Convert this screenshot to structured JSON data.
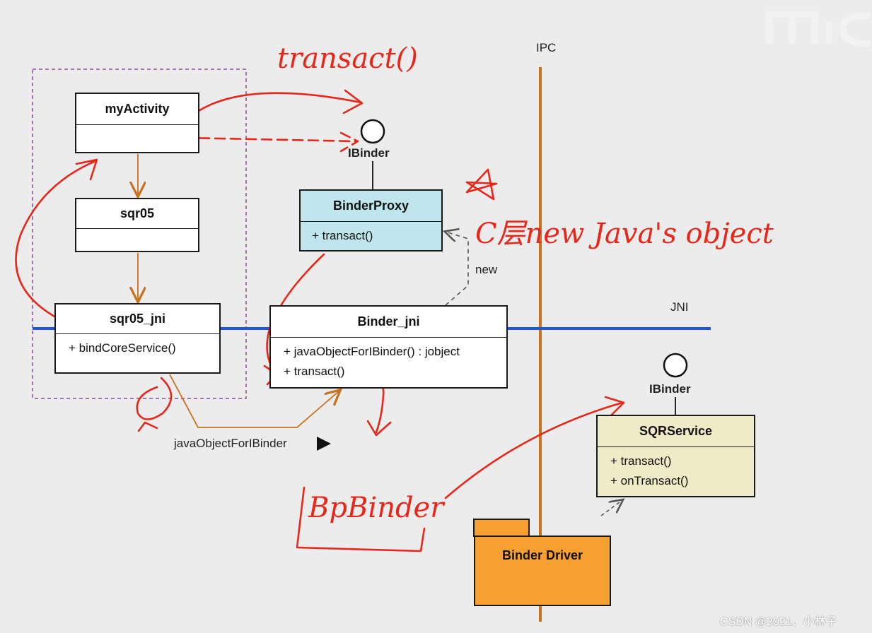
{
  "labels": {
    "ipc": "IPC",
    "jni": "JNI",
    "new": "new",
    "ibinder_top": "IBinder",
    "ibinder_right": "IBinder",
    "java_object_link": "javaObjectForIBinder",
    "watermark": "CSDN @2021、小林子"
  },
  "classes": {
    "my_activity": {
      "name": "myActivity"
    },
    "sqr05": {
      "name": "sqr05"
    },
    "sqr05_jni": {
      "name": "sqr05_jni",
      "ops": [
        "+ bindCoreService()"
      ]
    },
    "binder_proxy": {
      "name": "BinderProxy",
      "ops": [
        "+ transact()"
      ]
    },
    "binder_jni": {
      "name": "Binder_jni",
      "ops": [
        "+ javaObjectForIBinder() : jobject",
        "+ transact()"
      ]
    },
    "sqr_service": {
      "name": "SQRService",
      "ops": [
        "+ transact()",
        "+ onTransact()"
      ]
    },
    "binder_driver": {
      "name": "Binder Driver"
    }
  },
  "annotations": {
    "transact": "transact()",
    "new_java_object": "C层new Java's object",
    "bp_binder": "BpBinder"
  },
  "colors": {
    "background": "#ececec",
    "ipc_line": "#c8701a",
    "jni_line": "#1f56e0",
    "binder_proxy_fill": "#bfe6ec",
    "sqr_service_fill": "#efebc6",
    "driver_fill": "#f5a030",
    "ink": "#e8261a",
    "frame": "#8a4aa8"
  }
}
